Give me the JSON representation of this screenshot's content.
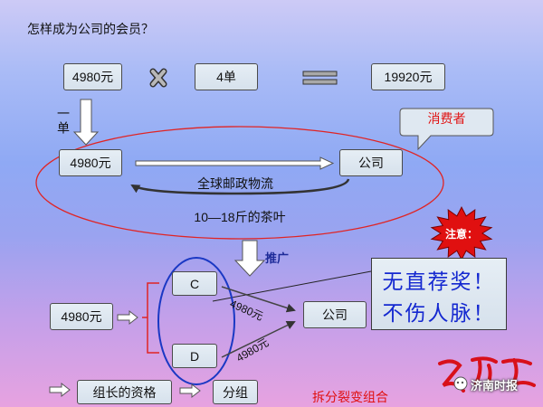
{
  "title": "怎样成为公司的会员？",
  "equation": {
    "price": "4980元",
    "times_icon": "multiply-icon",
    "count": "4单",
    "equals_icon": "equals-icon",
    "total": "19920元"
  },
  "per_order_label": "一单",
  "consumer_callout": "消费者",
  "consumer_flow": {
    "price": "4980元",
    "company": "公司",
    "shipping_label": "全球邮政物流",
    "product_label": "10—18斤的茶叶"
  },
  "promote_label": "推广",
  "notice": {
    "badge": "注意：",
    "line1": "无直荐奖！",
    "line2": "不伤人脉！"
  },
  "split": {
    "price": "4980元",
    "member_c": "C",
    "member_d": "D",
    "amount_c": "4980元",
    "amount_d": "4980元",
    "company": "公司"
  },
  "group": {
    "qualification": "组长的资格",
    "group_box": "分组",
    "combo_label": "拆分裂变组合"
  },
  "watermark": {
    "text": "济南时报"
  },
  "colors": {
    "consumer_ellipse": "#e02424",
    "member_ellipse": "#1a38c4",
    "notice_text": "#1428d0",
    "notice_badge": "#e01010",
    "combo_text": "#e01010",
    "promote_text": "#1d2a98"
  }
}
